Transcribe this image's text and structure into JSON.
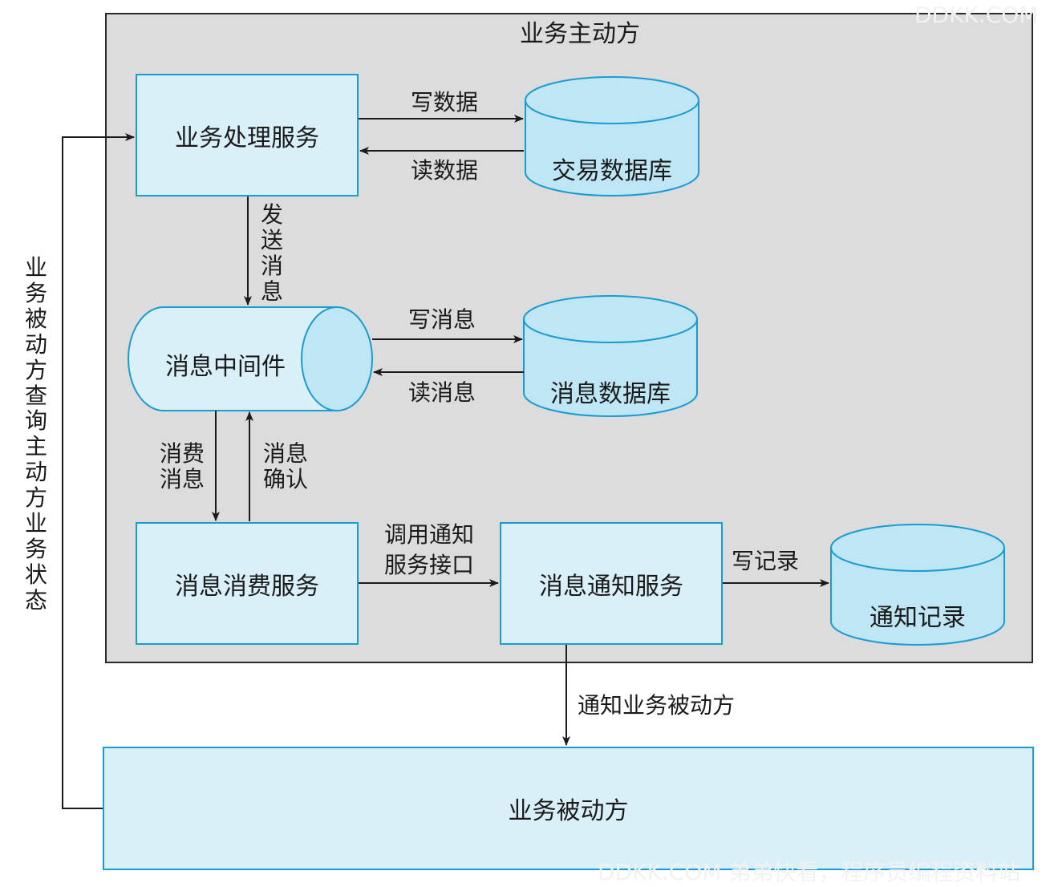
{
  "panel": {
    "title": "业务主动方"
  },
  "nodes": {
    "biz_service": "业务处理服务",
    "trade_db": "交易数据库",
    "mq": "消息中间件",
    "msg_db": "消息数据库",
    "consume_service": "消息消费服务",
    "notify_service": "消息通知服务",
    "notify_db": "通知记录",
    "passive": "业务被动方"
  },
  "edges": {
    "write_data": "写数据",
    "read_data": "读数据",
    "send_msg": "发送消息",
    "write_msg": "写消息",
    "read_msg": "读消息",
    "consume_msg": "消费消息",
    "ack_msg": "消息确认",
    "call_notify": "调用通知服务接口",
    "write_record": "写记录",
    "notify_passive": "通知业务被动方",
    "query_status": "业务被动方查询主动方业务状态"
  },
  "watermarks": {
    "top": "DDKK.COM",
    "bottom": "DDKK.COM 弟弟快看，程序员编程资料站"
  },
  "colors": {
    "box_fill": "#d9f0f9",
    "box_border": "#1a9bd1",
    "db_fill": "#bfe6f5",
    "panel_fill": "#dcdcdc"
  }
}
